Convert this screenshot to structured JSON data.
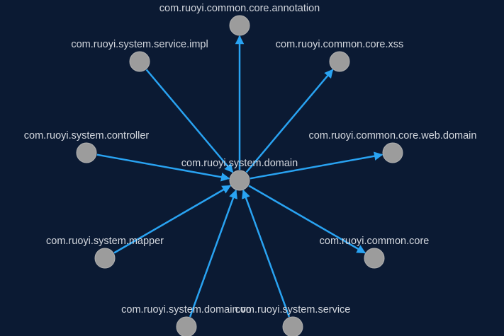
{
  "graph": {
    "title": "",
    "colors": {
      "background": "#0b1a33",
      "edge": "#29a3f2",
      "node": "#9c9c9c",
      "node_stroke": "#b0b0b0",
      "label": "#d3d7de"
    },
    "center": {
      "id": "domain",
      "label": "com.ruoyi.system.domain"
    },
    "nodes": [
      {
        "id": "annotation",
        "label": "com.ruoyi.common.core.annotation"
      },
      {
        "id": "service_impl",
        "label": "com.ruoyi.system.service.impl"
      },
      {
        "id": "xss",
        "label": "com.ruoyi.common.core.xss"
      },
      {
        "id": "controller",
        "label": "com.ruoyi.system.controller"
      },
      {
        "id": "web_domain",
        "label": "com.ruoyi.common.core.web.domain"
      },
      {
        "id": "mapper",
        "label": "com.ruoyi.system.mapper"
      },
      {
        "id": "core",
        "label": "com.ruoyi.common.core"
      },
      {
        "id": "domain_vo",
        "label": "com.ruoyi.system.domain.vo"
      },
      {
        "id": "service",
        "label": "com.ruoyi.system.service"
      }
    ],
    "edges": [
      {
        "from": "domain",
        "to": "annotation"
      },
      {
        "from": "service_impl",
        "to": "domain"
      },
      {
        "from": "domain",
        "to": "xss"
      },
      {
        "from": "controller",
        "to": "domain"
      },
      {
        "from": "domain",
        "to": "web_domain"
      },
      {
        "from": "mapper",
        "to": "domain"
      },
      {
        "from": "domain",
        "to": "core"
      },
      {
        "from": "domain_vo",
        "to": "domain"
      },
      {
        "from": "service",
        "to": "domain"
      }
    ]
  }
}
